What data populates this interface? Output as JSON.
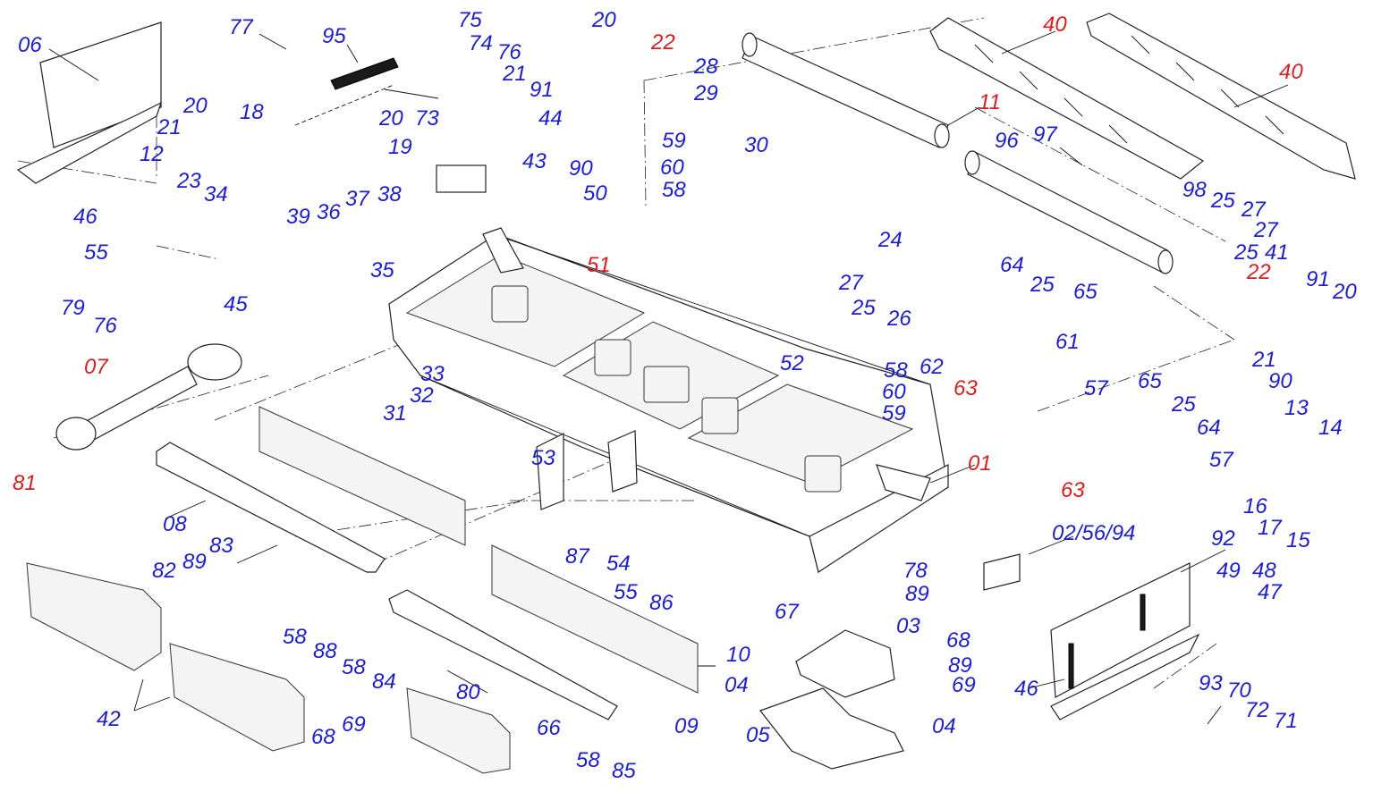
{
  "colors": {
    "callout_standard": "#1e1ec8",
    "callout_highlight": "#d42020",
    "line_art": "#222222",
    "background": "#ffffff"
  },
  "callouts": [
    {
      "id": "c-06",
      "text": "06",
      "color": "blue"
    },
    {
      "id": "c-77",
      "text": "77",
      "color": "blue"
    },
    {
      "id": "c-95",
      "text": "95",
      "color": "blue"
    },
    {
      "id": "c-75",
      "text": "75",
      "color": "blue"
    },
    {
      "id": "c-74",
      "text": "74",
      "color": "blue"
    },
    {
      "id": "c-76a",
      "text": "76",
      "color": "blue"
    },
    {
      "id": "c-20a",
      "text": "20",
      "color": "blue"
    },
    {
      "id": "c-22a",
      "text": "22",
      "color": "red"
    },
    {
      "id": "c-21a",
      "text": "21",
      "color": "blue"
    },
    {
      "id": "c-91a",
      "text": "91",
      "color": "blue"
    },
    {
      "id": "c-28",
      "text": "28",
      "color": "blue"
    },
    {
      "id": "c-29",
      "text": "29",
      "color": "blue"
    },
    {
      "id": "c-30",
      "text": "30",
      "color": "blue"
    },
    {
      "id": "c-40a",
      "text": "40",
      "color": "red"
    },
    {
      "id": "c-40b",
      "text": "40",
      "color": "red"
    },
    {
      "id": "c-11",
      "text": "11",
      "color": "red"
    },
    {
      "id": "c-96",
      "text": "96",
      "color": "blue"
    },
    {
      "id": "c-97",
      "text": "97",
      "color": "blue"
    },
    {
      "id": "c-20b",
      "text": "20",
      "color": "blue"
    },
    {
      "id": "c-18",
      "text": "18",
      "color": "blue"
    },
    {
      "id": "c-21b",
      "text": "21",
      "color": "blue"
    },
    {
      "id": "c-20c",
      "text": "20",
      "color": "blue"
    },
    {
      "id": "c-73",
      "text": "73",
      "color": "blue"
    },
    {
      "id": "c-44",
      "text": "44",
      "color": "blue"
    },
    {
      "id": "c-43",
      "text": "43",
      "color": "blue"
    },
    {
      "id": "c-59a",
      "text": "59",
      "color": "blue"
    },
    {
      "id": "c-60a",
      "text": "60",
      "color": "blue"
    },
    {
      "id": "c-58a",
      "text": "58",
      "color": "blue"
    },
    {
      "id": "c-90a",
      "text": "90",
      "color": "blue"
    },
    {
      "id": "c-50",
      "text": "50",
      "color": "blue"
    },
    {
      "id": "c-12",
      "text": "12",
      "color": "blue"
    },
    {
      "id": "c-19",
      "text": "19",
      "color": "blue"
    },
    {
      "id": "c-23",
      "text": "23",
      "color": "blue"
    },
    {
      "id": "c-34",
      "text": "34",
      "color": "blue"
    },
    {
      "id": "c-46a",
      "text": "46",
      "color": "blue"
    },
    {
      "id": "c-37",
      "text": "37",
      "color": "blue"
    },
    {
      "id": "c-38",
      "text": "38",
      "color": "blue"
    },
    {
      "id": "c-39",
      "text": "39",
      "color": "blue"
    },
    {
      "id": "c-36",
      "text": "36",
      "color": "blue"
    },
    {
      "id": "c-35",
      "text": "35",
      "color": "blue"
    },
    {
      "id": "c-55a",
      "text": "55",
      "color": "blue"
    },
    {
      "id": "c-79",
      "text": "79",
      "color": "blue"
    },
    {
      "id": "c-76b",
      "text": "76",
      "color": "blue"
    },
    {
      "id": "c-45",
      "text": "45",
      "color": "blue"
    },
    {
      "id": "c-98",
      "text": "98",
      "color": "blue"
    },
    {
      "id": "c-25a",
      "text": "25",
      "color": "blue"
    },
    {
      "id": "c-27a",
      "text": "27",
      "color": "blue"
    },
    {
      "id": "c-27b",
      "text": "27",
      "color": "blue"
    },
    {
      "id": "c-25b",
      "text": "25",
      "color": "blue"
    },
    {
      "id": "c-41",
      "text": "41",
      "color": "blue"
    },
    {
      "id": "c-24",
      "text": "24",
      "color": "blue"
    },
    {
      "id": "c-27c",
      "text": "27",
      "color": "blue"
    },
    {
      "id": "c-25c",
      "text": "25",
      "color": "blue"
    },
    {
      "id": "c-26",
      "text": "26",
      "color": "blue"
    },
    {
      "id": "c-64a",
      "text": "64",
      "color": "blue"
    },
    {
      "id": "c-25d",
      "text": "25",
      "color": "blue"
    },
    {
      "id": "c-65a",
      "text": "65",
      "color": "blue"
    },
    {
      "id": "c-22b",
      "text": "22",
      "color": "red"
    },
    {
      "id": "c-91b",
      "text": "91",
      "color": "blue"
    },
    {
      "id": "c-20d",
      "text": "20",
      "color": "blue"
    },
    {
      "id": "c-51",
      "text": "51",
      "color": "red"
    },
    {
      "id": "c-07",
      "text": "07",
      "color": "red"
    },
    {
      "id": "c-52",
      "text": "52",
      "color": "blue"
    },
    {
      "id": "c-58b",
      "text": "58",
      "color": "blue"
    },
    {
      "id": "c-60b",
      "text": "60",
      "color": "blue"
    },
    {
      "id": "c-59b",
      "text": "59",
      "color": "blue"
    },
    {
      "id": "c-62",
      "text": "62",
      "color": "blue"
    },
    {
      "id": "c-63a",
      "text": "63",
      "color": "red"
    },
    {
      "id": "c-61",
      "text": "61",
      "color": "blue"
    },
    {
      "id": "c-21c",
      "text": "21",
      "color": "blue"
    },
    {
      "id": "c-90b",
      "text": "90",
      "color": "blue"
    },
    {
      "id": "c-57a",
      "text": "57",
      "color": "blue"
    },
    {
      "id": "c-65b",
      "text": "65",
      "color": "blue"
    },
    {
      "id": "c-25e",
      "text": "25",
      "color": "blue"
    },
    {
      "id": "c-64b",
      "text": "64",
      "color": "blue"
    },
    {
      "id": "c-13",
      "text": "13",
      "color": "blue"
    },
    {
      "id": "c-14",
      "text": "14",
      "color": "blue"
    },
    {
      "id": "c-33",
      "text": "33",
      "color": "blue"
    },
    {
      "id": "c-32",
      "text": "32",
      "color": "blue"
    },
    {
      "id": "c-31",
      "text": "31",
      "color": "blue"
    },
    {
      "id": "c-01",
      "text": "01",
      "color": "red"
    },
    {
      "id": "c-57b",
      "text": "57",
      "color": "blue"
    },
    {
      "id": "c-63b",
      "text": "63",
      "color": "red"
    },
    {
      "id": "c-16",
      "text": "16",
      "color": "blue"
    },
    {
      "id": "c-17",
      "text": "17",
      "color": "blue"
    },
    {
      "id": "c-15",
      "text": "15",
      "color": "blue"
    },
    {
      "id": "c-53",
      "text": "53",
      "color": "blue"
    },
    {
      "id": "c-81",
      "text": "81",
      "color": "red"
    },
    {
      "id": "c-08",
      "text": "08",
      "color": "blue"
    },
    {
      "id": "c-83",
      "text": "83",
      "color": "blue"
    },
    {
      "id": "c-89a",
      "text": "89",
      "color": "blue"
    },
    {
      "id": "c-82",
      "text": "82",
      "color": "blue"
    },
    {
      "id": "c-87",
      "text": "87",
      "color": "blue"
    },
    {
      "id": "c-54",
      "text": "54",
      "color": "blue"
    },
    {
      "id": "c-55b",
      "text": "55",
      "color": "blue"
    },
    {
      "id": "c-86",
      "text": "86",
      "color": "blue"
    },
    {
      "id": "c-02-56-94",
      "text": "02/56/94",
      "color": "blue"
    },
    {
      "id": "c-92",
      "text": "92",
      "color": "blue"
    },
    {
      "id": "c-49",
      "text": "49",
      "color": "blue"
    },
    {
      "id": "c-48",
      "text": "48",
      "color": "blue"
    },
    {
      "id": "c-47",
      "text": "47",
      "color": "blue"
    },
    {
      "id": "c-78",
      "text": "78",
      "color": "blue"
    },
    {
      "id": "c-89b",
      "text": "89",
      "color": "blue"
    },
    {
      "id": "c-67",
      "text": "67",
      "color": "blue"
    },
    {
      "id": "c-03",
      "text": "03",
      "color": "blue"
    },
    {
      "id": "c-68a",
      "text": "68",
      "color": "blue"
    },
    {
      "id": "c-89c",
      "text": "89",
      "color": "blue"
    },
    {
      "id": "c-69a",
      "text": "69",
      "color": "blue"
    },
    {
      "id": "c-58c",
      "text": "58",
      "color": "blue"
    },
    {
      "id": "c-88",
      "text": "88",
      "color": "blue"
    },
    {
      "id": "c-58d",
      "text": "58",
      "color": "blue"
    },
    {
      "id": "c-84",
      "text": "84",
      "color": "blue"
    },
    {
      "id": "c-10",
      "text": "10",
      "color": "blue"
    },
    {
      "id": "c-80",
      "text": "80",
      "color": "blue"
    },
    {
      "id": "c-04a",
      "text": "04",
      "color": "blue"
    },
    {
      "id": "c-42",
      "text": "42",
      "color": "blue"
    },
    {
      "id": "c-09",
      "text": "09",
      "color": "blue"
    },
    {
      "id": "c-66",
      "text": "66",
      "color": "blue"
    },
    {
      "id": "c-05",
      "text": "05",
      "color": "blue"
    },
    {
      "id": "c-04b",
      "text": "04",
      "color": "blue"
    },
    {
      "id": "c-46b",
      "text": "46",
      "color": "blue"
    },
    {
      "id": "c-93",
      "text": "93",
      "color": "blue"
    },
    {
      "id": "c-70",
      "text": "70",
      "color": "blue"
    },
    {
      "id": "c-72",
      "text": "72",
      "color": "blue"
    },
    {
      "id": "c-71",
      "text": "71",
      "color": "blue"
    },
    {
      "id": "c-68b",
      "text": "68",
      "color": "blue"
    },
    {
      "id": "c-69b",
      "text": "69",
      "color": "blue"
    },
    {
      "id": "c-58e",
      "text": "58",
      "color": "blue"
    },
    {
      "id": "c-85",
      "text": "85",
      "color": "blue"
    }
  ]
}
